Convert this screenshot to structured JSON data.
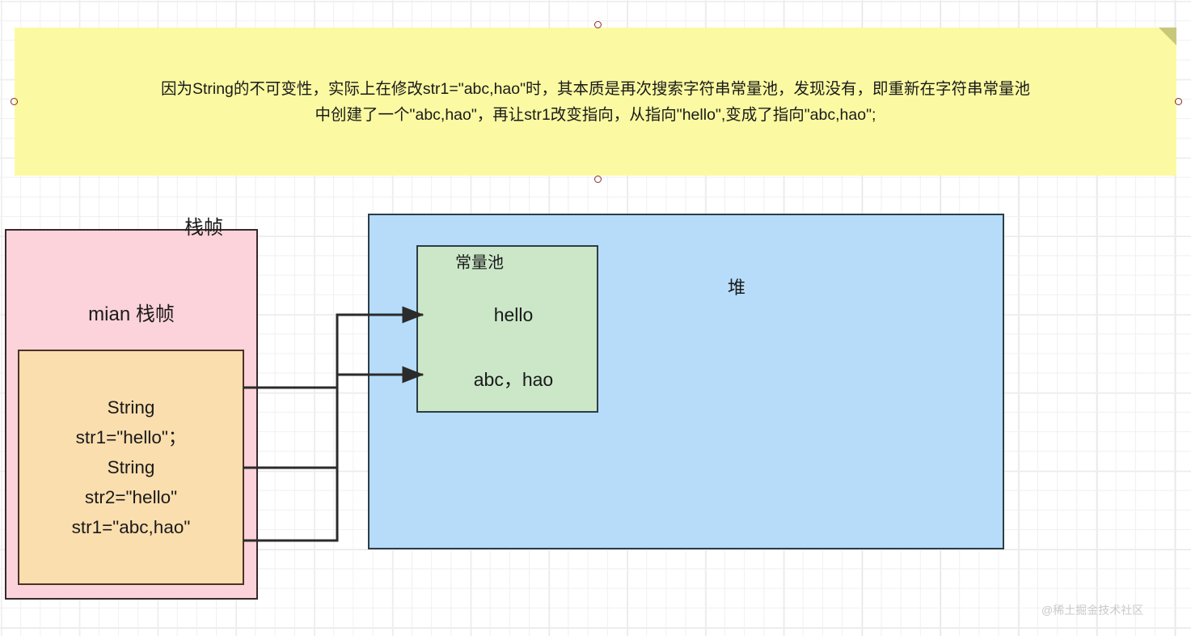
{
  "note": {
    "text": "因为String的不可变性，实际上在修改str1=\"abc,hao\"时，其本质是再次搜索字符串常量池，发现没有，即重新在字符串常量池\n中创建了一个\"abc,hao\"，再让str1改变指向，从指向\"hello\",变成了指向\"abc,hao\";",
    "fill_color": "#fbfaa2"
  },
  "diagram": {
    "stack_frame": {
      "outer_label": "栈帧",
      "inner_label": "mian 栈帧",
      "fill_color": "#fcd3da",
      "variables_text": "String\nstr1=\"hello\"；\nString\nstr2=\"hello\"\nstr1=\"abc,hao\"",
      "variables_fill_color": "#fbdeae"
    },
    "heap": {
      "label": "堆",
      "fill_color": "#b6dcfa"
    },
    "constant_pool": {
      "label": "常量池",
      "fill_color": "#cbe7c8",
      "items": [
        "hello",
        "abc，hao"
      ]
    }
  },
  "watermark": {
    "text": "@稀土掘金技术社区"
  }
}
